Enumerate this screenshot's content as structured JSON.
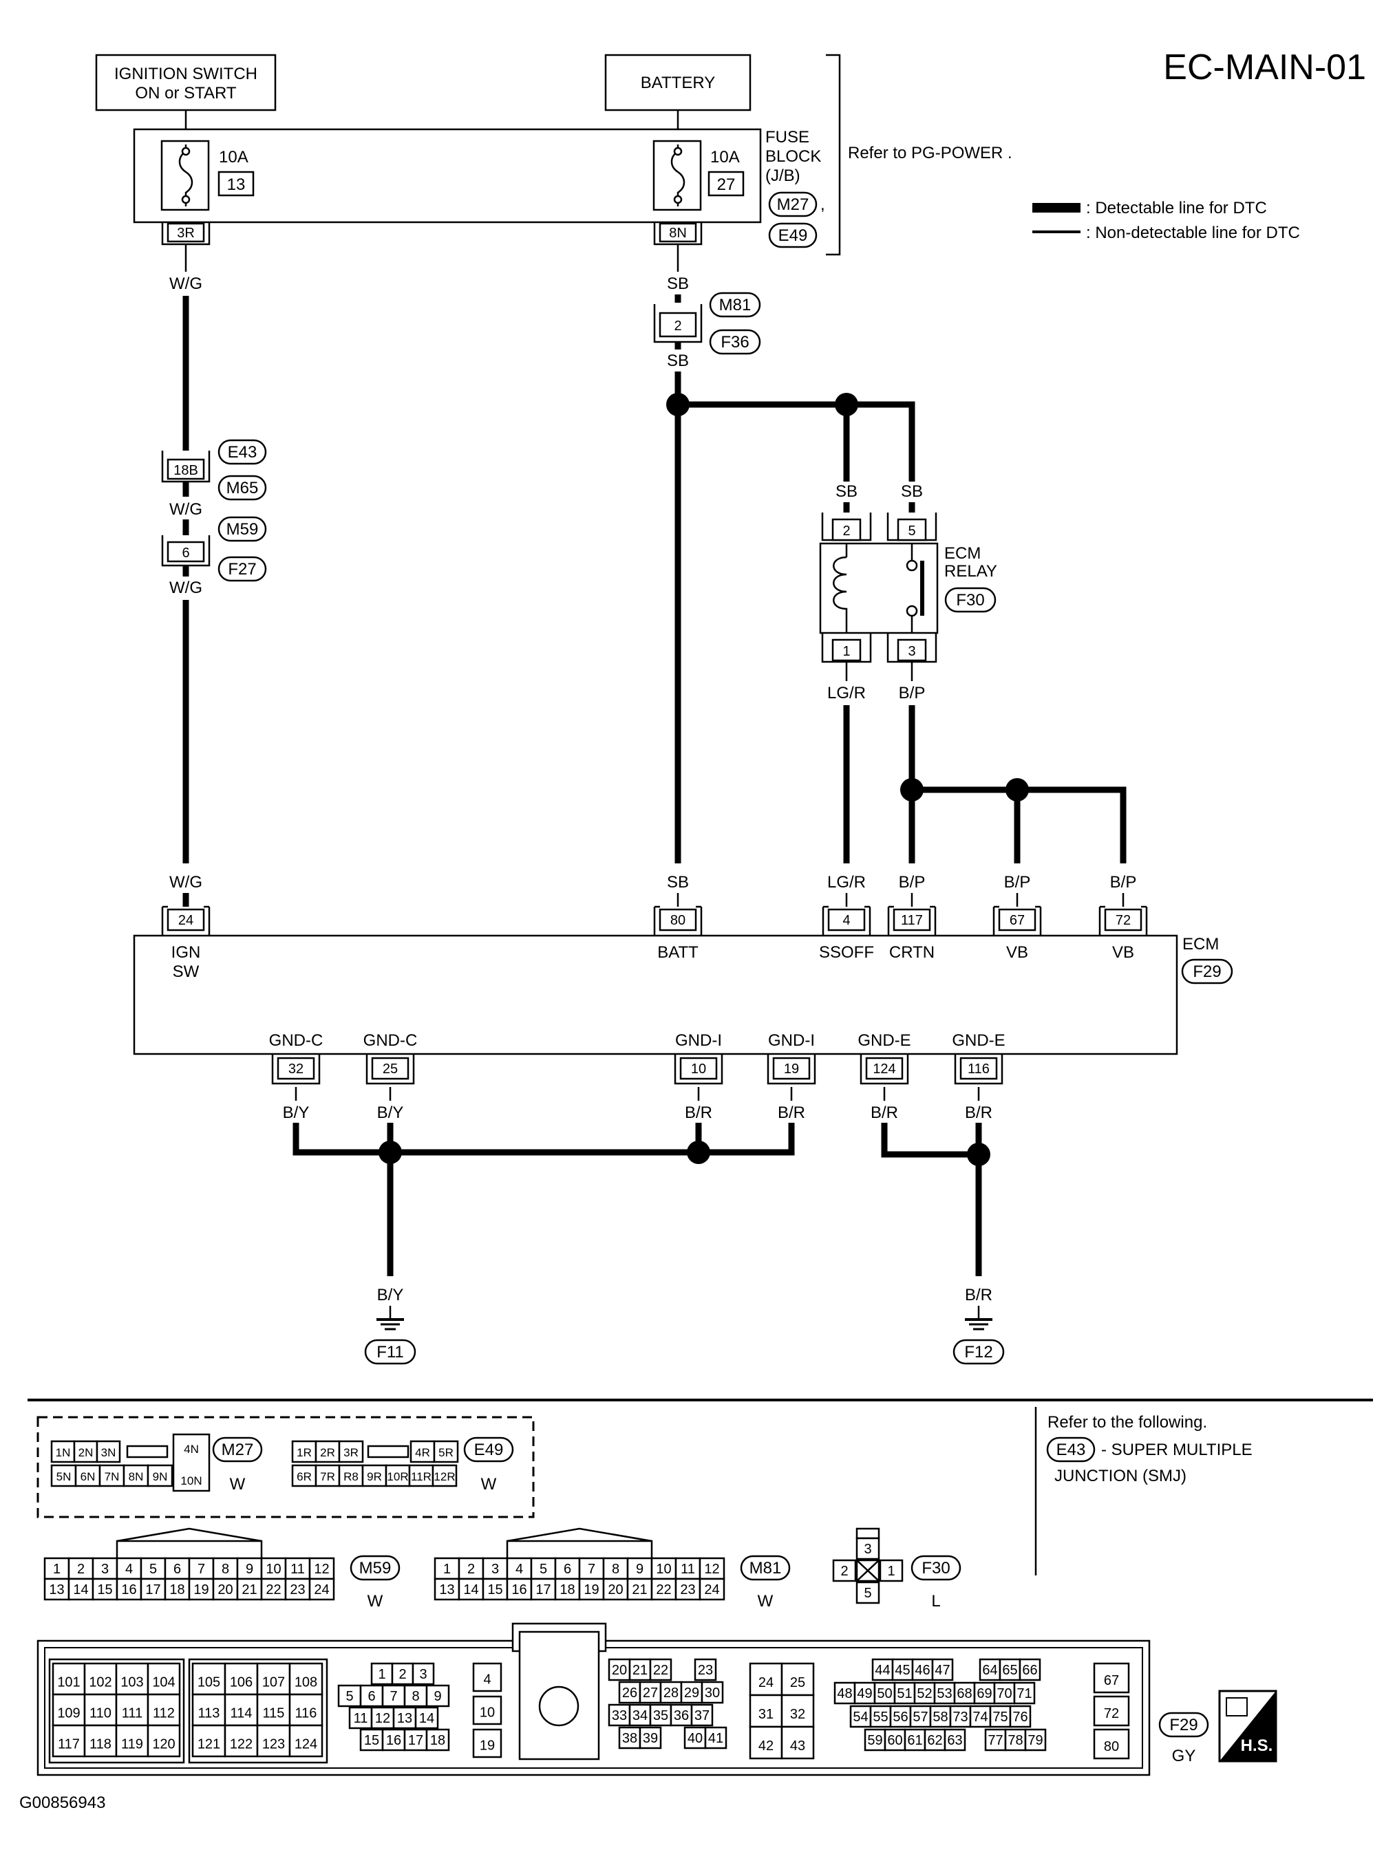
{
  "title": "EC-MAIN-01",
  "figure_id": "G00856943",
  "legend": {
    "detectable": ": Detectable line for DTC",
    "non_detectable": ": Non-detectable line for DTC"
  },
  "sources": {
    "ignition_line1": "IGNITION SWITCH",
    "ignition_line2": "ON or START",
    "battery": "BATTERY"
  },
  "fuse_block": {
    "line1": "FUSE",
    "line2": "BLOCK",
    "line3": "(J/B)",
    "refer": "Refer to  PG-POWER .",
    "conn_a": "M27",
    "conn_b": "E49",
    "comma": ",",
    "fuse_left_amp": "10A",
    "fuse_left_num": "13",
    "fuse_right_amp": "10A",
    "fuse_right_num": "27",
    "term_left": "3R",
    "term_right": "8N"
  },
  "wires": {
    "wg": "W/G",
    "sb": "SB",
    "lgr": "LG/R",
    "bp": "B/P",
    "by": "B/Y",
    "br": "B/R"
  },
  "junctions": {
    "j1_term": "18B",
    "j1_conn_a": "E43",
    "j1_conn_b": "M65",
    "j2_term": "6",
    "j2_conn_a": "M59",
    "j2_conn_b": "F27",
    "j3_term": "2",
    "j3_conn_a": "M81",
    "j3_conn_b": "F36"
  },
  "relay": {
    "name_line1": "ECM",
    "name_line2": "RELAY",
    "conn": "F30",
    "pin_tl": "2",
    "pin_tr": "5",
    "pin_bl": "1",
    "pin_br": "3"
  },
  "ecm": {
    "name": "ECM",
    "conn": "F29",
    "top_pins": [
      {
        "num": "24",
        "label": "IGN",
        "label2": "SW"
      },
      {
        "num": "80",
        "label": "BATT",
        "label2": ""
      },
      {
        "num": "4",
        "label": "SSOFF",
        "label2": ""
      },
      {
        "num": "117",
        "label": "CRTN",
        "label2": ""
      },
      {
        "num": "67",
        "label": "VB",
        "label2": ""
      },
      {
        "num": "72",
        "label": "VB",
        "label2": ""
      }
    ],
    "bottom_pins": [
      {
        "num": "32",
        "label": "GND-C"
      },
      {
        "num": "25",
        "label": "GND-C"
      },
      {
        "num": "10",
        "label": "GND-I"
      },
      {
        "num": "19",
        "label": "GND-I"
      },
      {
        "num": "124",
        "label": "GND-E"
      },
      {
        "num": "116",
        "label": "GND-E"
      }
    ]
  },
  "grounds": {
    "left": "F11",
    "right": "F12"
  },
  "refer_note": {
    "line1": "Refer to the following.",
    "conn": "E43",
    "line2": "- SUPER MULTIPLE",
    "line3": "JUNCTION (SMJ)"
  },
  "connectors": {
    "m27": {
      "name": "M27",
      "color": "W",
      "row1": [
        "1N",
        "2N",
        "3N"
      ],
      "row1b": "4N",
      "row2": [
        "5N",
        "6N",
        "7N",
        "8N",
        "9N"
      ],
      "row2b": "10N"
    },
    "e49": {
      "name": "E49",
      "color": "W",
      "row1": [
        "1R",
        "2R",
        "3R"
      ],
      "row1b": [
        "4R",
        "5R"
      ],
      "row2": [
        "6R",
        "7R",
        "R8",
        "9R",
        "10R",
        "11R",
        "12R"
      ]
    },
    "m59": {
      "name": "M59",
      "color": "W",
      "row1": [
        "1",
        "2",
        "3",
        "4",
        "5",
        "6",
        "7",
        "8",
        "9",
        "10",
        "11",
        "12"
      ],
      "row2": [
        "13",
        "14",
        "15",
        "16",
        "17",
        "18",
        "19",
        "20",
        "21",
        "22",
        "23",
        "24"
      ]
    },
    "m81": {
      "name": "M81",
      "color": "W",
      "row1": [
        "1",
        "2",
        "3",
        "4",
        "5",
        "6",
        "7",
        "8",
        "9",
        "10",
        "11",
        "12"
      ],
      "row2": [
        "13",
        "14",
        "15",
        "16",
        "17",
        "18",
        "19",
        "20",
        "21",
        "22",
        "23",
        "24"
      ]
    },
    "f30": {
      "name": "F30",
      "color": "L",
      "top": "3",
      "left": "2",
      "right": "1",
      "bottom": "5"
    },
    "f29": {
      "name": "F29",
      "color": "GY",
      "badge": "H.S.",
      "g1": [
        [
          "101",
          "102",
          "103",
          "104"
        ],
        [
          "109",
          "110",
          "111",
          "112"
        ],
        [
          "117",
          "118",
          "119",
          "120"
        ]
      ],
      "g2": [
        [
          "105",
          "106",
          "107",
          "108"
        ],
        [
          "113",
          "114",
          "115",
          "116"
        ],
        [
          "121",
          "122",
          "123",
          "124"
        ]
      ],
      "g3a": [
        "1",
        "2",
        "3"
      ],
      "g3b": [
        "5",
        "6",
        "7",
        "8",
        "9"
      ],
      "g3c": [
        "11",
        "12",
        "13",
        "14"
      ],
      "g3d": [
        "15",
        "16",
        "17",
        "18"
      ],
      "g4": [
        "4",
        "10",
        "19"
      ],
      "g5a": [
        "20",
        "21",
        "22",
        "23"
      ],
      "g5b": [
        "26",
        "27",
        "28",
        "29",
        "30"
      ],
      "g5c": [
        "33",
        "34",
        "35",
        "36",
        "37"
      ],
      "g5d": [
        "38",
        "39",
        "40",
        "41"
      ],
      "g6": [
        [
          "24",
          "25"
        ],
        [
          "31",
          "32"
        ],
        [
          "42",
          "43"
        ]
      ],
      "g7a": [
        "44",
        "45",
        "46",
        "47",
        "64",
        "65",
        "66"
      ],
      "g7b": [
        "48",
        "49",
        "50",
        "51",
        "52",
        "53",
        "68",
        "69",
        "70",
        "71"
      ],
      "g7c": [
        "54",
        "55",
        "56",
        "57",
        "58",
        "73",
        "74",
        "75",
        "76"
      ],
      "g7d": [
        "59",
        "60",
        "61",
        "62",
        "63",
        "77",
        "78",
        "79"
      ],
      "g8": [
        "67",
        "72",
        "80"
      ]
    }
  }
}
